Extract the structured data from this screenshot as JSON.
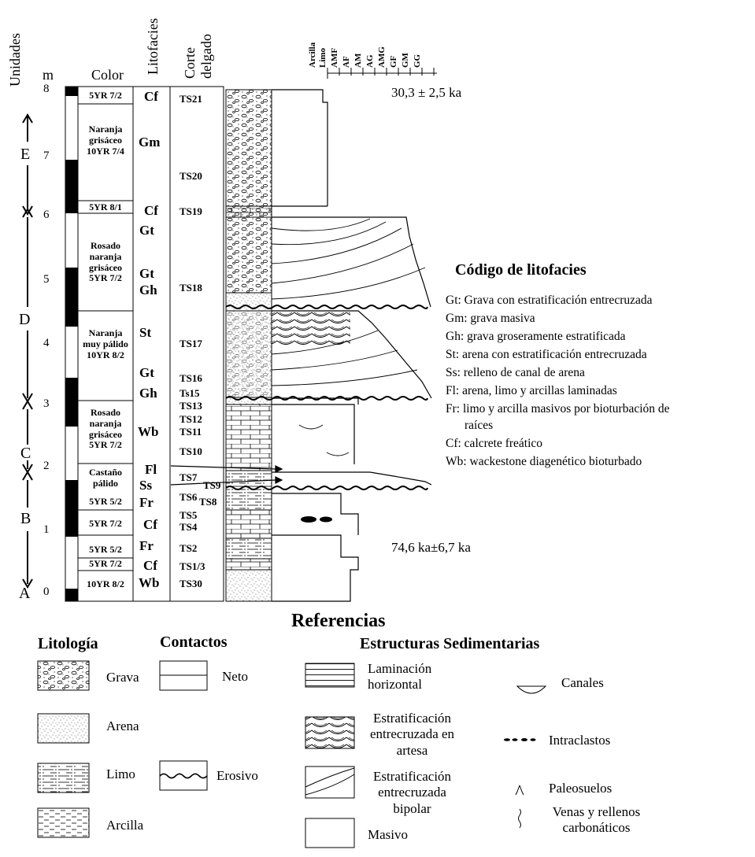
{
  "headers": {
    "unidades": "Unidades",
    "meters": "m",
    "color": "Color",
    "litofacies": "Litofacies",
    "corte_line1": "Corte",
    "corte_line2": "delgado"
  },
  "grain_sizes": [
    "Arcilla",
    "Limo",
    "AMF",
    "AF",
    "AM",
    "AG",
    "AMG",
    "GF",
    "GM",
    "GG"
  ],
  "meter_ticks": [
    "8",
    "7",
    "6",
    "5",
    "4",
    "3",
    "2",
    "1",
    "0"
  ],
  "units": [
    "E",
    "D",
    "C",
    "B",
    "A"
  ],
  "colors": [
    {
      "text": "5YR 7/2"
    },
    {
      "text": "Naranja grisáceo 10YR 7/4"
    },
    {
      "text": "5YR 8/1"
    },
    {
      "text": "Rosado naranja grisáceo 5YR 7/2"
    },
    {
      "text": "Naranja muy pálido 10YR 8/2"
    },
    {
      "text": "Rosado naranja grisáceo 5YR 7/2"
    },
    {
      "text": "Castaño pálido"
    },
    {
      "text": "5YR 5/2"
    },
    {
      "text": "5YR 7/2"
    },
    {
      "text": "5YR 5/2"
    },
    {
      "text": "5YR 7/2"
    },
    {
      "text": "10YR 8/2"
    }
  ],
  "litofacies": [
    "Cf",
    "Gm",
    "Cf",
    "Gt",
    "Gt",
    "Gh",
    "St",
    "Gt",
    "Gh",
    "Wb",
    "Fl",
    "Ss",
    "Fr",
    "Cf",
    "Fr",
    "Cf",
    "Wb"
  ],
  "thin_sections": [
    "TS21",
    "TS20",
    "TS19",
    "TS18",
    "TS17",
    "TS16",
    "Ts15",
    "TS13",
    "TS12",
    "TS11",
    "TS10",
    "TS7",
    "TS9",
    "TS6",
    "TS8",
    "TS5",
    "TS4",
    "TS2",
    "TS1/3",
    "TS30"
  ],
  "dates": {
    "top": "30,3 ± 2,5 ka",
    "bottom": "74,6 ka±6,7 ka"
  },
  "code": {
    "title": "Código de litofacies",
    "items": [
      "Gt: Grava con estratificación entrecruzada",
      "Gm:  grava masiva",
      "Gh: grava groseramente estratificada",
      "St: arena con estratificación entrecruzada",
      "Ss: relleno de canal de arena",
      "Fl: arena, limo y arcillas laminadas",
      "Fr: limo y arcilla masivos por bioturbación de",
      "raíces",
      "Cf: calcrete freático",
      "Wb: wackestone diagenético bioturbado"
    ]
  },
  "references": {
    "title": "Referencias",
    "litologia": {
      "title": "Litología",
      "items": [
        "Grava",
        "Arena",
        "Limo",
        "Arcilla"
      ]
    },
    "contactos": {
      "title": "Contactos",
      "items": [
        "Neto",
        "Erosivo"
      ]
    },
    "estructuras": {
      "title": "Estructuras Sedimentarias",
      "left": [
        "Laminación horizontal",
        "Estratificación entrecruzada en artesa",
        "Estratificación entrecruzada bipolar",
        "Masivo"
      ],
      "right": [
        "Canales",
        "Intraclastos",
        "Paleosuelos",
        "Venas y rellenos carbonáticos"
      ]
    }
  },
  "colors_style": {
    "ink": "#000000",
    "paper": "#ffffff"
  }
}
